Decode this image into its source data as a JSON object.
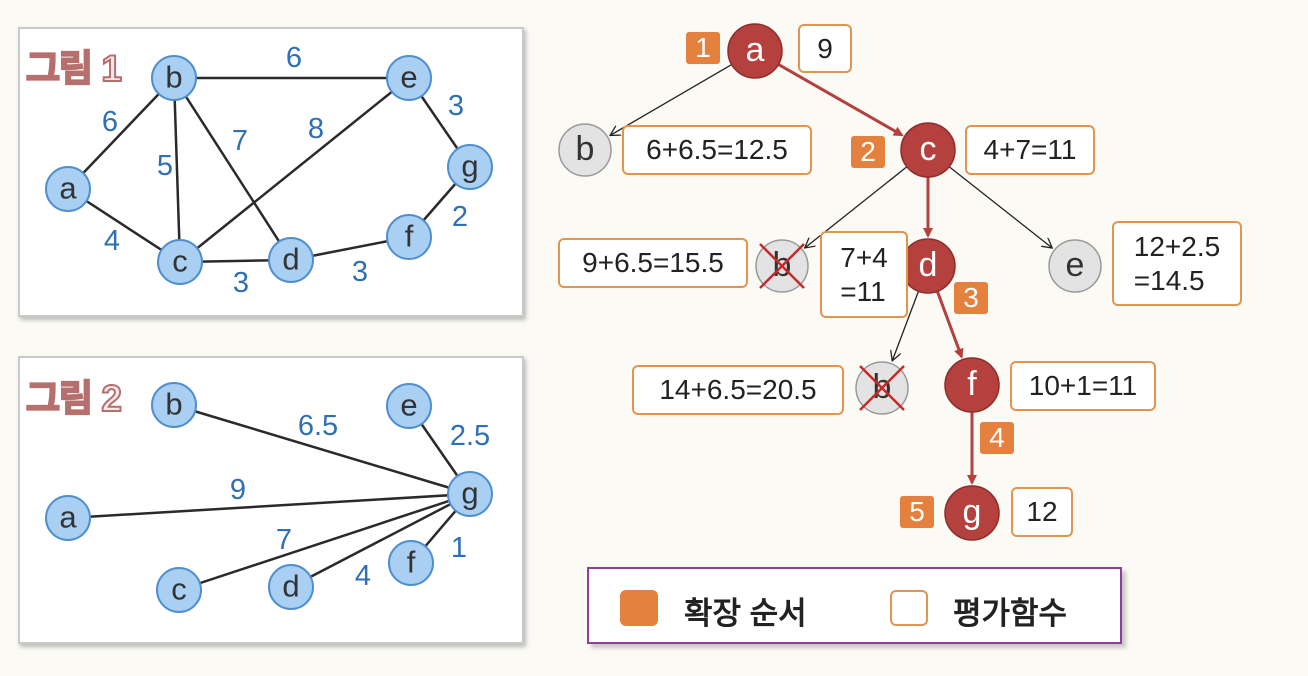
{
  "figure1": {
    "title": "그림 1",
    "nodes": [
      "a",
      "b",
      "c",
      "d",
      "e",
      "f",
      "g"
    ],
    "edges": [
      {
        "from": "a",
        "to": "b",
        "weight": "6"
      },
      {
        "from": "a",
        "to": "c",
        "weight": "4"
      },
      {
        "from": "b",
        "to": "c",
        "weight": "5"
      },
      {
        "from": "b",
        "to": "d",
        "weight": "7"
      },
      {
        "from": "b",
        "to": "e",
        "weight": "6"
      },
      {
        "from": "c",
        "to": "d",
        "weight": "3"
      },
      {
        "from": "c",
        "to": "e",
        "weight": "8"
      },
      {
        "from": "d",
        "to": "f",
        "weight": "3"
      },
      {
        "from": "e",
        "to": "g",
        "weight": "3"
      },
      {
        "from": "f",
        "to": "g",
        "weight": "2"
      }
    ]
  },
  "figure2": {
    "title": "그림 2",
    "nodes": [
      "a",
      "b",
      "c",
      "d",
      "e",
      "f",
      "g"
    ],
    "edges": [
      {
        "from": "b",
        "to": "g",
        "weight": "6.5"
      },
      {
        "from": "e",
        "to": "g",
        "weight": "2.5"
      },
      {
        "from": "a",
        "to": "g",
        "weight": "9"
      },
      {
        "from": "c",
        "to": "g",
        "weight": "7"
      },
      {
        "from": "d",
        "to": "g",
        "weight": "4"
      },
      {
        "from": "f",
        "to": "g",
        "weight": "1"
      }
    ]
  },
  "search_tree": {
    "nodes": [
      {
        "id": "a",
        "label": "a",
        "state": "expanded",
        "order": "1",
        "eval": "9"
      },
      {
        "id": "b1",
        "label": "b",
        "state": "open",
        "eval": "6+6.5=12.5"
      },
      {
        "id": "c",
        "label": "c",
        "state": "expanded",
        "order": "2",
        "eval": "4+7=11"
      },
      {
        "id": "b2",
        "label": "b",
        "state": "pruned",
        "eval": "9+6.5=15.5"
      },
      {
        "id": "d",
        "label": "d",
        "state": "expanded",
        "order": "3",
        "eval": "7+4\n=11"
      },
      {
        "id": "e",
        "label": "e",
        "state": "open",
        "eval": "12+2.5\n=14.5"
      },
      {
        "id": "b3",
        "label": "b",
        "state": "pruned",
        "eval": "14+6.5=20.5"
      },
      {
        "id": "f",
        "label": "f",
        "state": "expanded",
        "order": "4",
        "eval": "10+1=11"
      },
      {
        "id": "g",
        "label": "g",
        "state": "expanded",
        "order": "5",
        "eval": "12"
      }
    ]
  },
  "legend": {
    "order_label": "확장 순서",
    "eval_label": "평가함수"
  },
  "colors": {
    "graph_node_fill": "#a9cff2",
    "graph_node_stroke": "#4f8fcf",
    "expanded_fill": "#b5413f",
    "open_fill": "#e3e3e3",
    "order_badge": "#e4813e",
    "eval_border": "#e2954f",
    "path_arrow": "#b5413f",
    "cross": "#c9282a"
  }
}
